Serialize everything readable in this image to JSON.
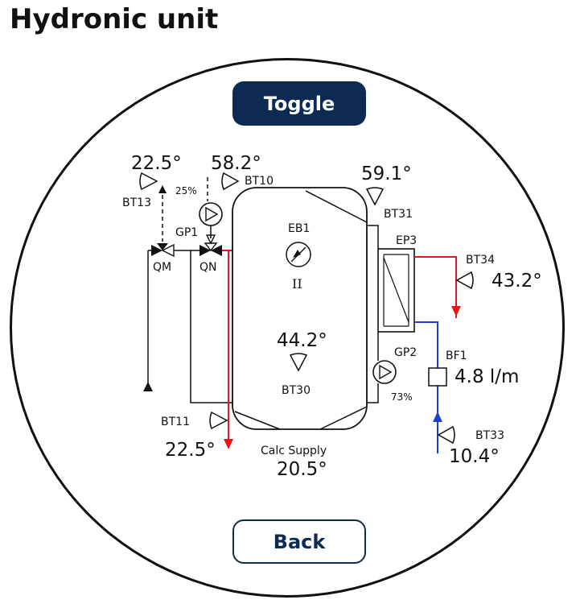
{
  "page": {
    "title": "Hydronic unit"
  },
  "buttons": {
    "toggle": "Toggle",
    "back": "Back"
  },
  "sensors": {
    "bt13": {
      "label": "BT13",
      "value": "22.5°"
    },
    "bt10": {
      "label": "BT10",
      "value": "58.2°"
    },
    "bt31": {
      "label": "BT31",
      "value": "59.1°"
    },
    "bt34": {
      "label": "BT34",
      "value": "43.2°"
    },
    "bt30": {
      "label": "BT30",
      "value": "44.2°"
    },
    "bt11": {
      "label": "BT11",
      "value": "22.5°"
    },
    "bt33": {
      "label": "BT33",
      "value": "10.4°"
    }
  },
  "components": {
    "gp1": {
      "label": "GP1",
      "speed": "25%"
    },
    "gp2": {
      "label": "GP2",
      "speed": "73%"
    },
    "qm": "QM",
    "qn": "QN",
    "eb1": {
      "label": "EB1",
      "stage": "II"
    },
    "ep3": "EP3",
    "bf1": {
      "label": "BF1",
      "flow": "4.8 l/m"
    }
  },
  "calc_supply": {
    "label": "Calc Supply",
    "value": "20.5°"
  },
  "colors": {
    "hot": "#e8141c",
    "cold": "#1d3fd6",
    "line": "#111111",
    "button": "#0d2a52"
  }
}
